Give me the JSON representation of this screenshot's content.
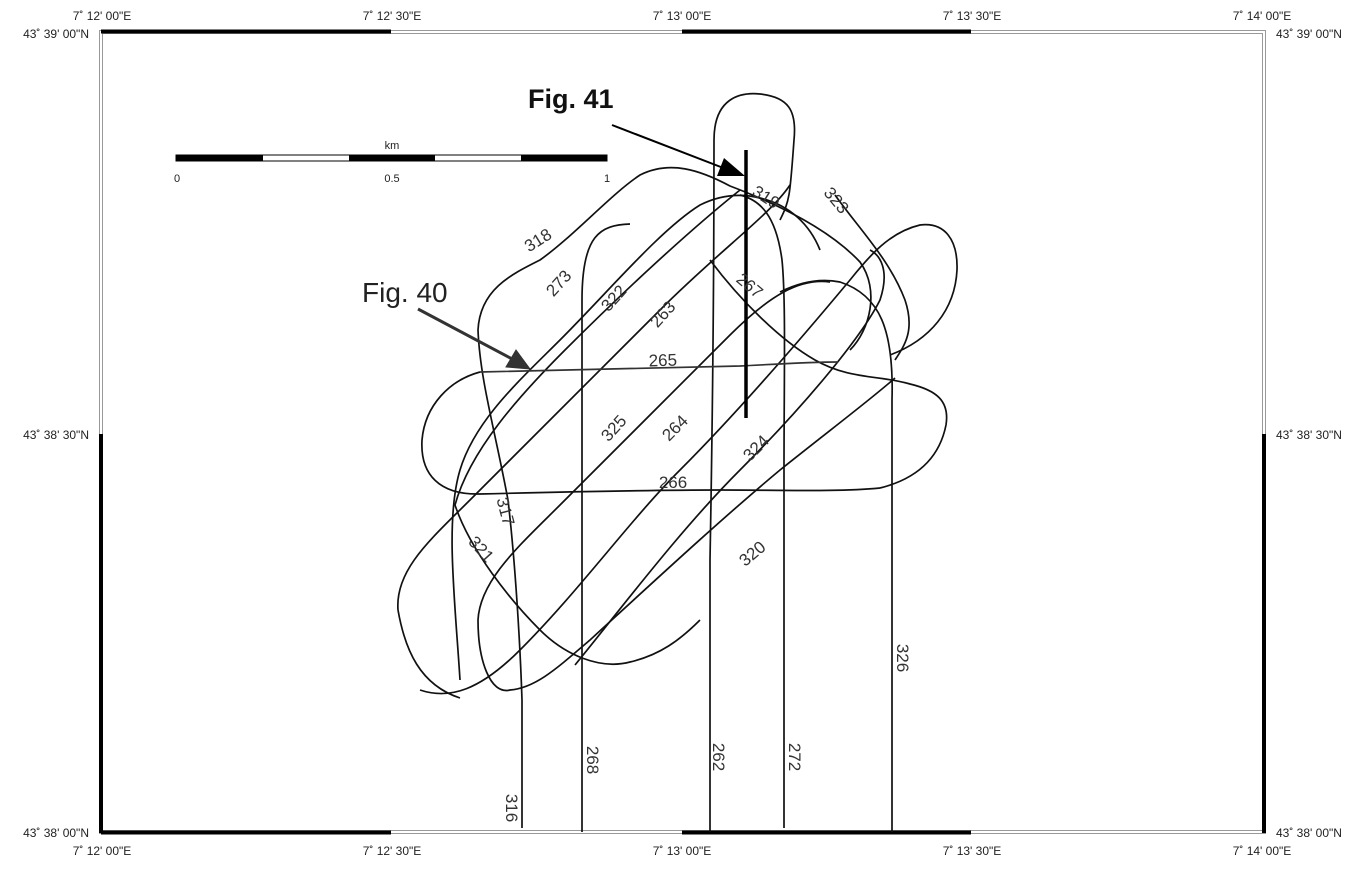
{
  "map": {
    "lon_labels": [
      "7˚ 12' 00\"E",
      "7˚ 12' 30\"E",
      "7˚ 13' 00\"E",
      "7˚ 13' 30\"E",
      "7˚ 14' 00\"E"
    ],
    "lat_labels": [
      "43˚ 39' 00\"N",
      "43˚ 38' 30\"N",
      "43˚ 38' 00\"N"
    ],
    "scale_bar": {
      "unit": "km",
      "ticks": [
        "0",
        "0.5",
        "1"
      ]
    },
    "figures": {
      "fig41": "Fig. 41",
      "fig40": "Fig. 40"
    },
    "track_labels": [
      "318",
      "273",
      "322",
      "263",
      "319",
      "323",
      "267",
      "265",
      "325",
      "264",
      "324",
      "266",
      "317",
      "321",
      "320",
      "316",
      "268",
      "262",
      "272",
      "326"
    ]
  }
}
